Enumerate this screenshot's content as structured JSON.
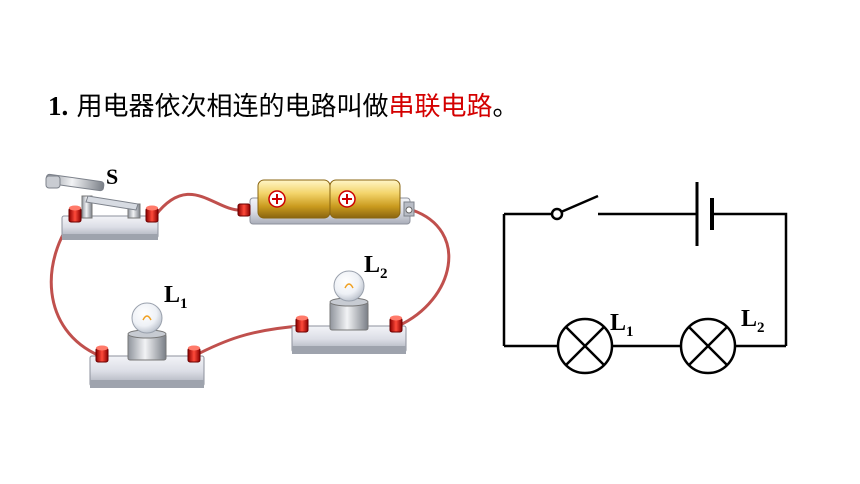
{
  "heading": {
    "number": "1",
    "separator": ".",
    "text": "用电器依次相连的电路叫做",
    "highlight": "串联电路",
    "end": "。"
  },
  "colors": {
    "highlight": "#d40000",
    "wire": "#c0504d"
  },
  "photo_labels": {
    "switch": "S",
    "lamp1_letter": "L",
    "lamp1_sub": "1",
    "lamp2_letter": "L",
    "lamp2_sub": "2"
  },
  "schematic_labels": {
    "lamp1_letter": "L",
    "lamp1_sub": "1",
    "lamp2_letter": "L",
    "lamp2_sub": "2"
  }
}
